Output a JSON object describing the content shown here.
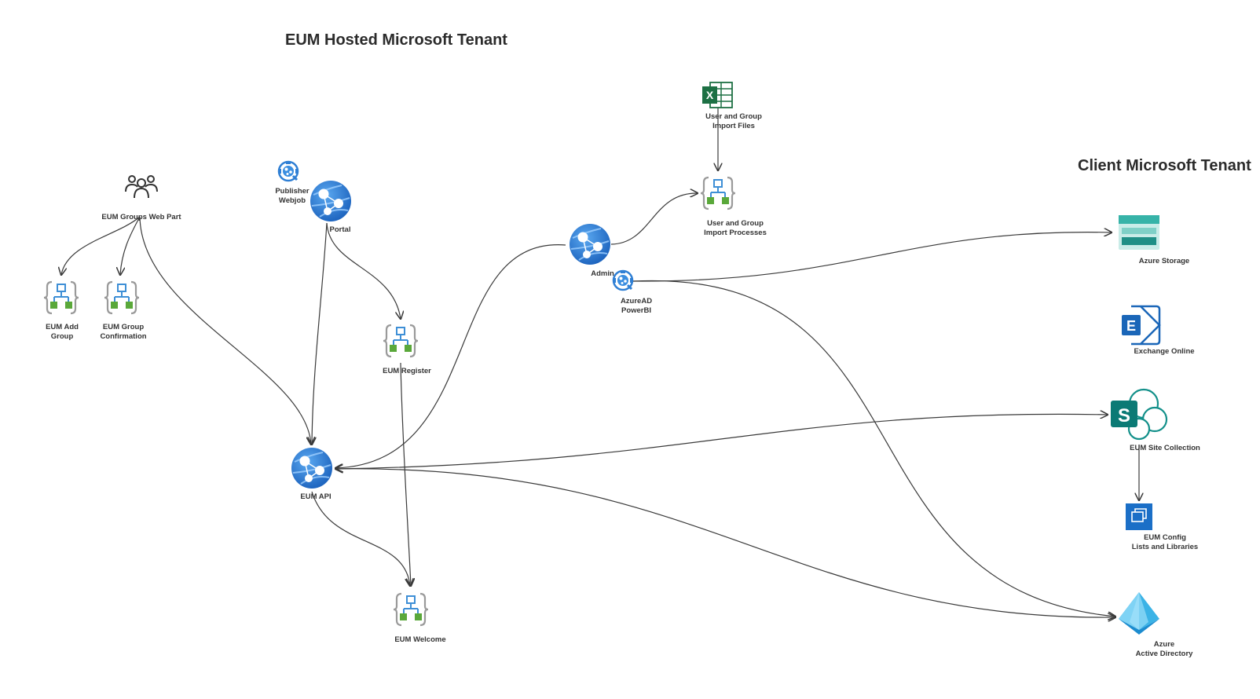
{
  "titles": {
    "hosted": "EUM Hosted Microsoft Tenant",
    "client": "Client Microsoft Tenant"
  },
  "labels": {
    "groups_web_part": "EUM Groups Web Part",
    "add_group": "EUM Add\nGroup",
    "group_confirmation": "EUM Group\nConfirmation",
    "publisher_webjob": "Publisher\nWebjob",
    "portal": "Portal",
    "register": "EUM Register",
    "api": "EUM API",
    "welcome": "EUM Welcome",
    "import_files": "User and Group\nImport Files",
    "import_processes": "User and Group\nImport Processes",
    "admin": "Admin",
    "azuread_powerbi": "AzureAD\nPowerBI",
    "azure_storage": "Azure Storage",
    "exchange_online": "Exchange Online",
    "site_collection": "EUM Site Collection",
    "config_lists": "EUM Config\nLists and Libraries",
    "azure_ad": "Azure\nActive Directory"
  },
  "icons": {
    "groups_web_part": "people-group-icon",
    "logic_app": "logic-app-icon",
    "app_service": "app-service-globe-icon",
    "webjob": "webjob-icon",
    "excel": "excel-icon",
    "storage": "azure-storage-icon",
    "exchange": "exchange-icon",
    "sharepoint": "sharepoint-icon",
    "config": "config-lists-icon",
    "azure_ad": "azure-active-directory-icon"
  },
  "colors": {
    "edge": "#3a3a3a",
    "globe": "#2f7fd4",
    "logic_blue": "#3e8fd6",
    "logic_green": "#5aa83a",
    "excel": "#1d7044",
    "storage": "#36b3a8",
    "exchange": "#1a66b8",
    "sharepoint": "#0b7a75",
    "azure_ad": "#3bb3e6"
  }
}
